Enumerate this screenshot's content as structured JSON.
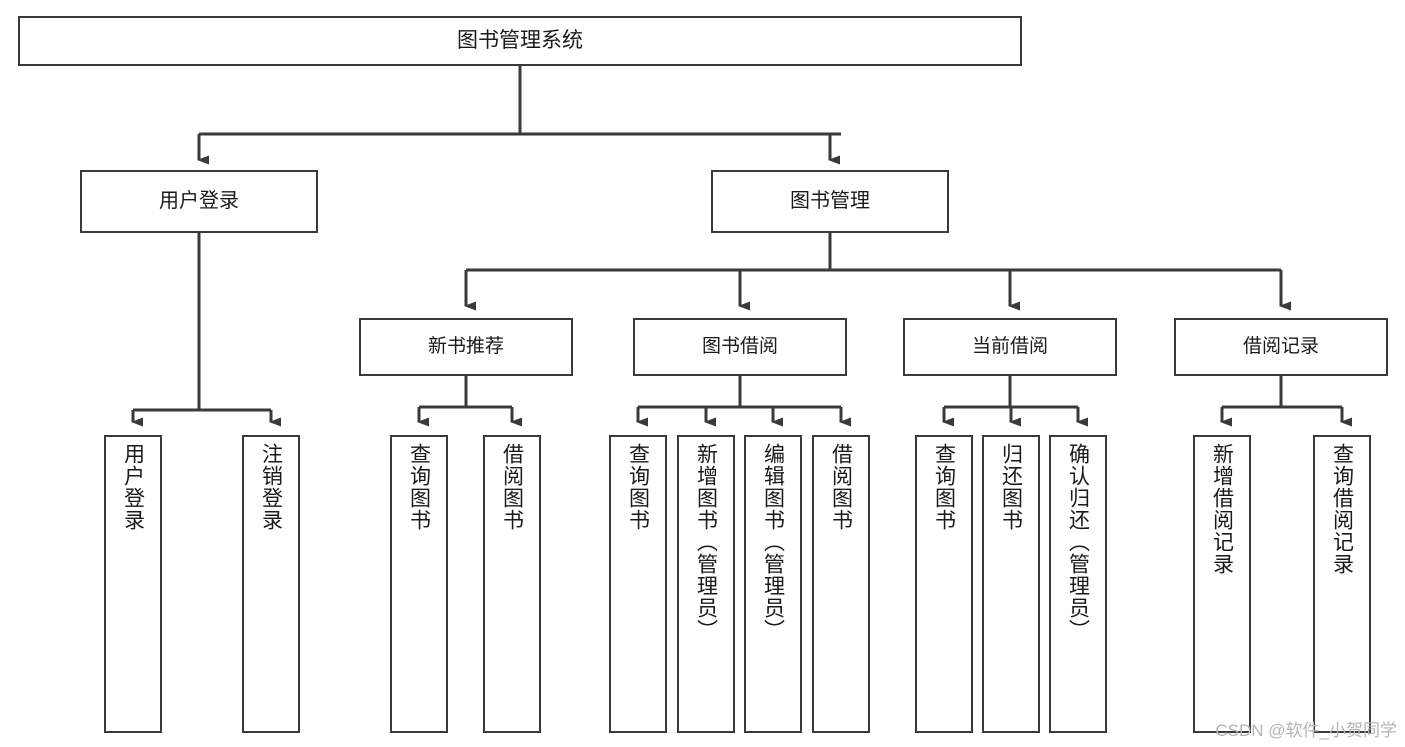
{
  "diagram": {
    "type": "tree-hierarchy-chart",
    "title": "图书管理系统",
    "watermark": "CSDN @软件_小贺同学",
    "colors": {
      "stroke": "#3a3a3a",
      "fill": "#ffffff",
      "text": "#1a1a1a",
      "watermark": "#b4b4b4"
    },
    "nodes": {
      "root": {
        "label": "图书管理系统"
      },
      "level2": [
        {
          "id": "user-login",
          "label": "用户登录"
        },
        {
          "id": "book-management",
          "label": "图书管理"
        }
      ],
      "level3": [
        {
          "id": "new-book-recommend",
          "label": "新书推荐"
        },
        {
          "id": "book-borrow",
          "label": "图书借阅"
        },
        {
          "id": "current-borrow",
          "label": "当前借阅"
        },
        {
          "id": "borrow-record",
          "label": "借阅记录"
        }
      ],
      "leaves": [
        {
          "id": "leaf-user-login",
          "label": "用户登录",
          "parent": "user-login"
        },
        {
          "id": "leaf-logout",
          "label": "注销登录",
          "parent": "user-login"
        },
        {
          "id": "leaf-query-book-1",
          "label": "查询图书",
          "parent": "new-book-recommend"
        },
        {
          "id": "leaf-borrow-book-1",
          "label": "借阅图书",
          "parent": "new-book-recommend"
        },
        {
          "id": "leaf-query-book-2",
          "label": "查询图书",
          "parent": "book-borrow"
        },
        {
          "id": "leaf-add-book",
          "label": "新增图书（管理员）",
          "parent": "book-borrow"
        },
        {
          "id": "leaf-edit-book",
          "label": "编辑图书（管理员）",
          "parent": "book-borrow"
        },
        {
          "id": "leaf-borrow-book-2",
          "label": "借阅图书",
          "parent": "book-borrow"
        },
        {
          "id": "leaf-query-book-3",
          "label": "查询图书",
          "parent": "current-borrow"
        },
        {
          "id": "leaf-return-book",
          "label": "归还图书",
          "parent": "current-borrow"
        },
        {
          "id": "leaf-confirm-return",
          "label": "确认归还（管理员）",
          "parent": "current-borrow"
        },
        {
          "id": "leaf-add-record",
          "label": "新增借阅记录",
          "parent": "borrow-record"
        },
        {
          "id": "leaf-query-record",
          "label": "查询借阅记录",
          "parent": "borrow-record"
        }
      ]
    }
  }
}
